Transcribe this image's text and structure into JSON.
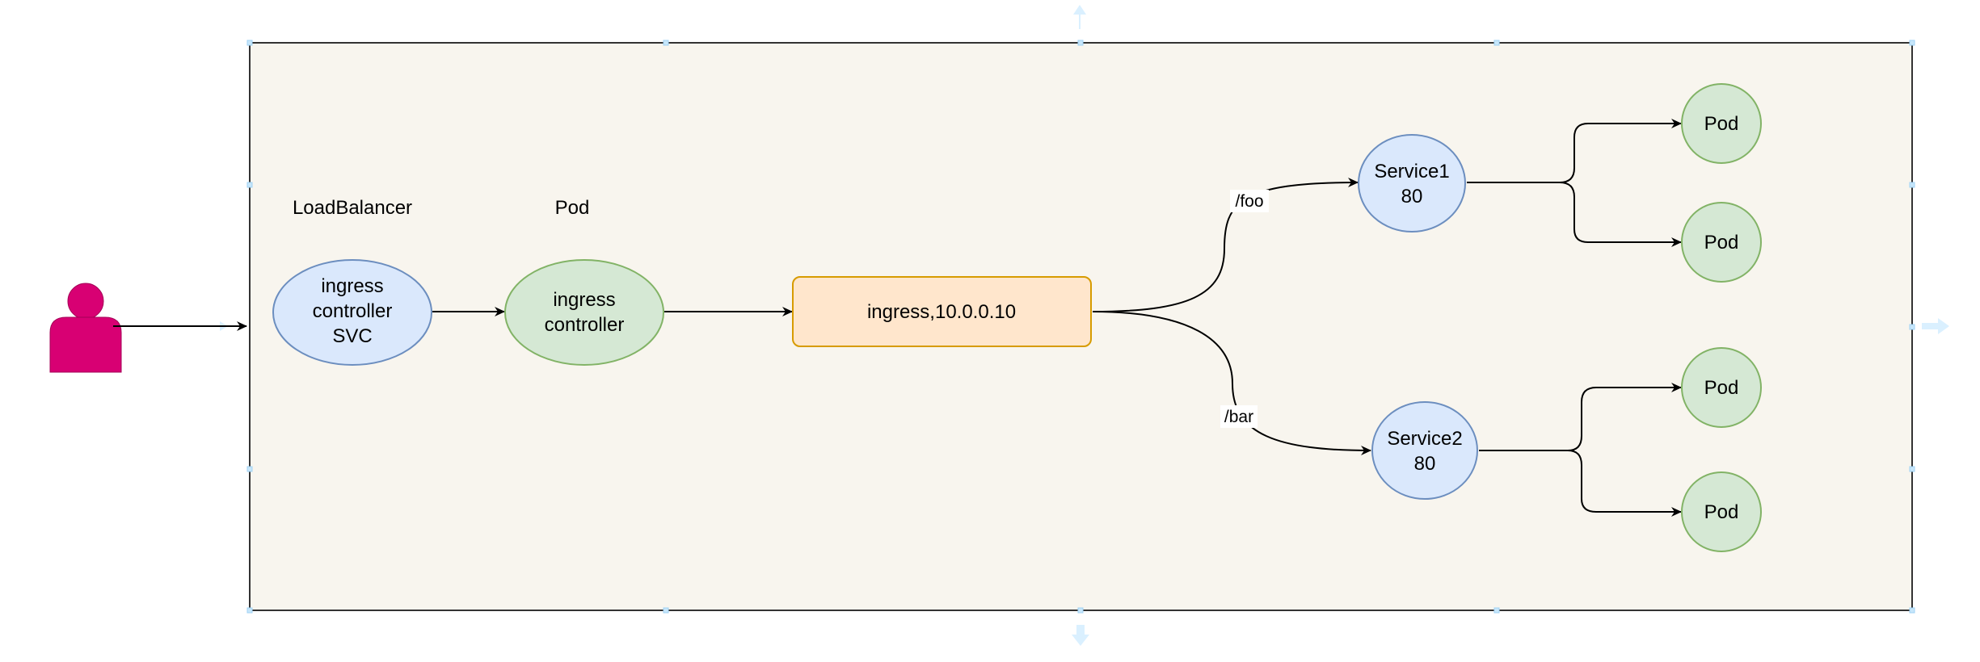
{
  "labels": {
    "loadbalancer": "LoadBalancer",
    "pod_heading": "Pod",
    "foo_path": "/foo",
    "bar_path": "/bar"
  },
  "nodes": {
    "svc_line1": "ingress",
    "svc_line2": "controller",
    "svc_line3": "SVC",
    "ctrl_line1": "ingress",
    "ctrl_line2": "controller",
    "ingress": "ingress,10.0.0.10",
    "service1_name": "Service1",
    "service1_port": "80",
    "service2_name": "Service2",
    "service2_port": "80",
    "pod1": "Pod",
    "pod2": "Pod",
    "pod3": "Pod",
    "pod4": "Pod"
  },
  "colors": {
    "container_fill": "#f8f5ee",
    "blue_fill": "#dae8fc",
    "blue_stroke": "#6c8ebf",
    "green_fill": "#d5e8d4",
    "green_stroke": "#82b366",
    "orange_fill": "#ffe6cc",
    "orange_stroke": "#d79b00",
    "user_fill": "#d80073",
    "handle": "#daf0ff"
  },
  "icons": [
    "user-icon"
  ]
}
